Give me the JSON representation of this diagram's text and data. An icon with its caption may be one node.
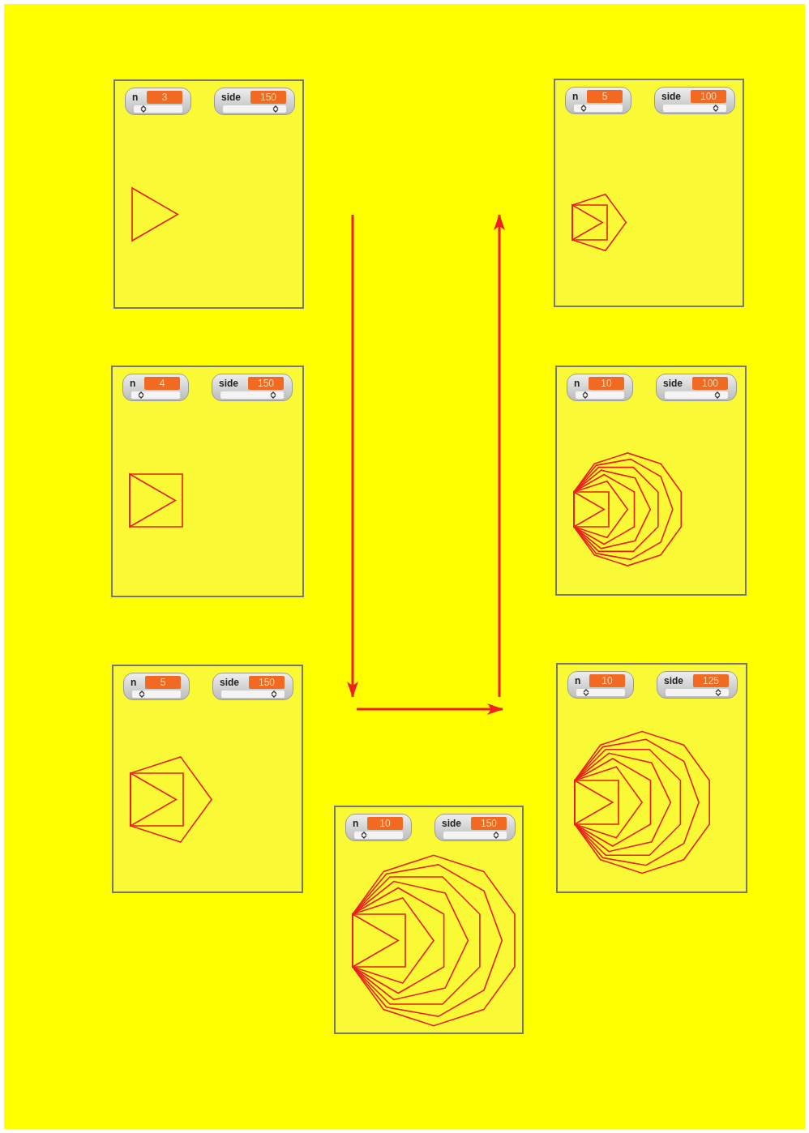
{
  "diagram": {
    "nodes": [
      {
        "text": [],
        "shape": "box"
      },
      {
        "text": [
          "n",
          "3"
        ],
        "in": 0
      },
      {
        "text": [
          "side",
          "150"
        ],
        "in": 0
      },
      {
        "text": [],
        "shape": "box"
      },
      {
        "text": [
          "n",
          "5"
        ],
        "in": 3
      },
      {
        "text": [
          "side",
          "100"
        ],
        "in": 3
      },
      {
        "text": [],
        "shape": "box"
      },
      {
        "text": [
          "n",
          "4"
        ],
        "in": 6
      },
      {
        "text": [
          "side",
          "150"
        ],
        "in": 6
      },
      {
        "text": [],
        "shape": "box"
      },
      {
        "text": [
          "n",
          "10"
        ],
        "in": 9
      },
      {
        "text": [
          "side",
          "100"
        ],
        "in": 9
      },
      {
        "text": [],
        "shape": "box"
      },
      {
        "text": [
          "n",
          "5"
        ],
        "in": 12
      },
      {
        "text": [
          "side",
          "150"
        ],
        "in": 12
      },
      {
        "text": [],
        "shape": "box"
      },
      {
        "text": [
          "n",
          "10"
        ],
        "in": 15
      },
      {
        "text": [
          "side",
          "125"
        ],
        "in": 15
      },
      {
        "text": [],
        "shape": "box"
      },
      {
        "text": [
          "n",
          "10"
        ],
        "in": 18
      },
      {
        "text": [
          "side",
          "150"
        ],
        "in": 18
      }
    ]
  }
}
